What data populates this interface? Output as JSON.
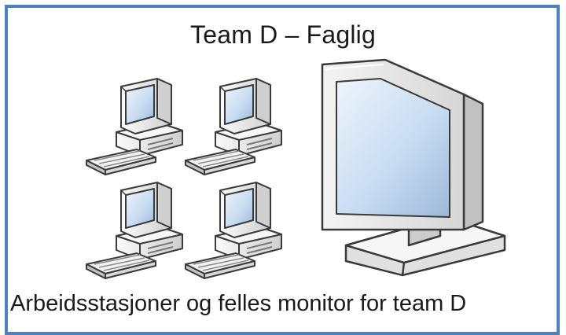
{
  "title": "Team D – Faglig",
  "caption": "Arbeidsstasjoner og felles monitor for team D",
  "icons": {
    "workstation": "workstation-icon",
    "monitor": "monitor-icon"
  },
  "workstation_count": 4,
  "colors": {
    "border": "#4f81bd",
    "screen": "#c9dcf2",
    "body": "#e9e9e9",
    "outline": "#3a3a3a"
  }
}
